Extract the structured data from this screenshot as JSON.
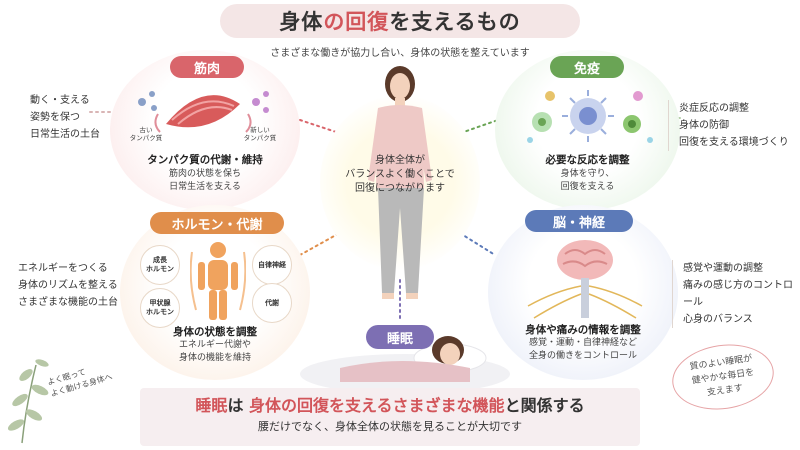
{
  "title": {
    "part1": "身体",
    "accent": "の回復",
    "part2": "を支えるもの"
  },
  "subtitle": "さまざまな働きが協力し合い、身体の状態を整えています",
  "muscle": {
    "label": "筋肉",
    "old_protein": "古い\nタンパク質",
    "new_protein": "新しい\nタンパク質",
    "heading": "タンパク質の代謝・維持",
    "desc": [
      "筋肉の状態を保ち",
      "日常生活を支える"
    ],
    "side": [
      "動く・支える",
      "姿勢を保つ",
      "日常生活の土台"
    ]
  },
  "immune": {
    "label": "免疫",
    "heading": "必要な反応を調整",
    "desc": [
      "身体を守り、",
      "回復を支える"
    ],
    "side": [
      "炎症反応の調整",
      "身体の防御",
      "回復を支える環境づくり"
    ]
  },
  "hormone": {
    "label": "ホルモン・代謝",
    "tags": [
      "成長\nホルモン",
      "甲状腺\nホルモン",
      "自律神経",
      "代謝"
    ],
    "heading": "身体の状態を調整",
    "desc": [
      "エネルギー代謝や",
      "身体の機能を維持"
    ],
    "side": [
      "エネルギーをつくる",
      "身体のリズムを整える",
      "さまざまな機能の土台"
    ]
  },
  "brain": {
    "label": "脳・神経",
    "heading": "身体や痛みの情報を調整",
    "desc": [
      "感覚・運動・自律神経など",
      "全身の働きをコントロール"
    ],
    "side": [
      "感覚や運動の調整",
      "痛みの感じ方のコントロール",
      "心身のバランス"
    ]
  },
  "center": {
    "text": [
      "身体全体が",
      "バランスよく働くことで",
      "回復につながります"
    ]
  },
  "sleep": {
    "label": "睡眠"
  },
  "bottom": {
    "red1": "睡眠",
    "mid": "は",
    "red2": "身体の回復を支えるさまざまな機能",
    "end": "と関係する",
    "sub": "腰だけでなく、身体全体の状態を見ることが大切です"
  },
  "note_left": [
    "よく眠って",
    "よく動ける身体へ"
  ],
  "note_right": [
    "質のよい睡眠が",
    "健やかな毎日を",
    "支えます"
  ],
  "colors": {
    "accent": "#d2555a",
    "muscle": "#d9656b",
    "immune": "#6aa455",
    "hormone": "#e08e4b",
    "brain": "#5c7ab8",
    "sleep": "#7d6fb3"
  }
}
